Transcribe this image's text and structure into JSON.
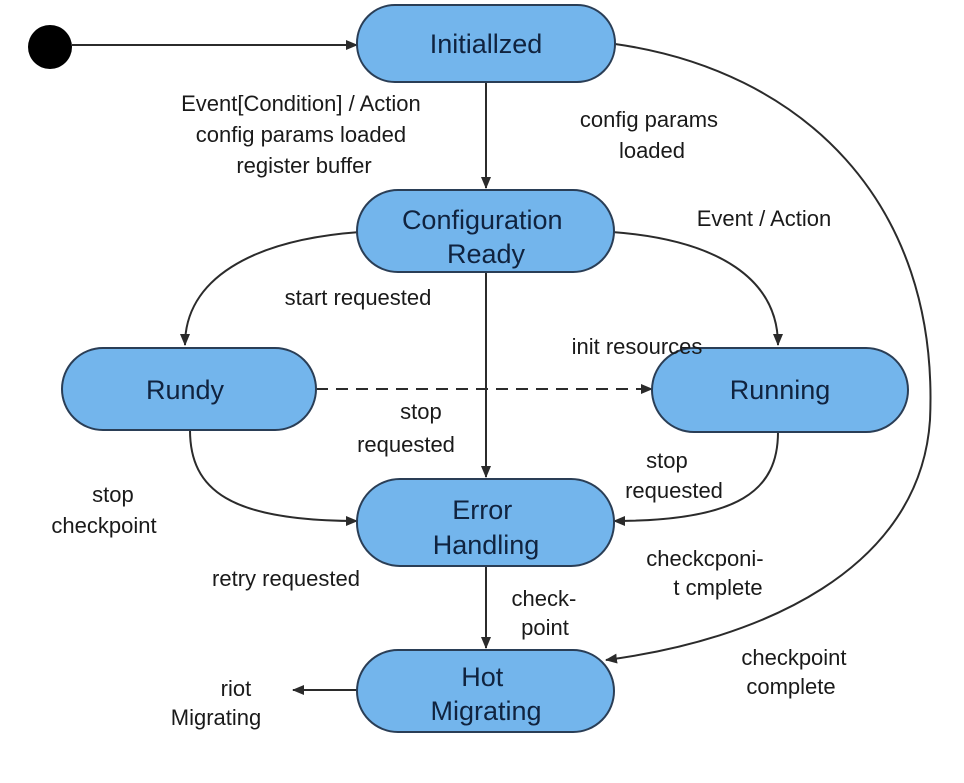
{
  "states": {
    "initialized": [
      "Initiallzed"
    ],
    "configuration_ready": [
      "Configuration",
      "Ready"
    ],
    "rundy": [
      "Rundy"
    ],
    "running": [
      "Running"
    ],
    "error_handling": [
      "Error",
      "Handling"
    ],
    "hot_migrating": [
      "Hot",
      "Migrating"
    ]
  },
  "edge_labels": {
    "event_condition_action": [
      "Event[Condition] / Action",
      "config params loaded",
      "register buffer"
    ],
    "config_params_loaded": [
      "config params",
      "loaded"
    ],
    "event_action": [
      "Event / Action"
    ],
    "start_requested": [
      "start requested"
    ],
    "init_resources": [
      "init resources"
    ],
    "stop_requested_center": [
      "stop",
      "requested"
    ],
    "stop_requested_right": [
      "stop",
      "requested"
    ],
    "stop_checkpoint": [
      "stop",
      "checkpoint"
    ],
    "checkpoint_complete_misspelled": [
      "checkcponi-",
      "t cmplete"
    ],
    "retry_requested": [
      "retry requested"
    ],
    "check_point": [
      "check-",
      "point"
    ],
    "checkpoint_complete": [
      "checkpoint",
      "complete"
    ],
    "riot_migrating": [
      "riot",
      "Migrating"
    ]
  },
  "colors": {
    "state_fill": "#73b5ec",
    "state_stroke": "#2a3e56",
    "edge": "#2b2b2b",
    "initial_dot": "#000000"
  }
}
